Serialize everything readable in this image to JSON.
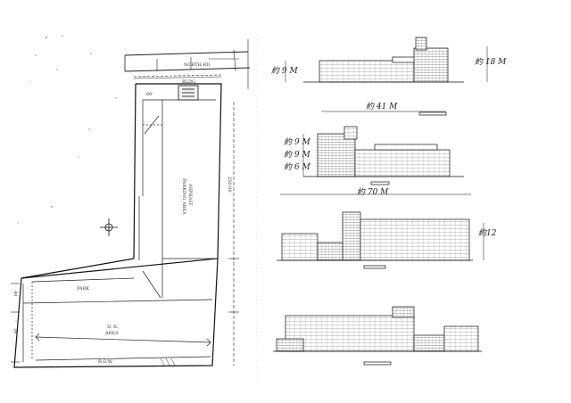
{
  "sheet": {
    "site_plan": {
      "label_north_strip": "NORTH RD",
      "label_main_lot": "PARKING AREA",
      "label_main_lot_sub": "ASPHALT",
      "label_lower_left": "PARK",
      "label_lower_mid": "D. R.",
      "label_lower_mid_sub": "AREA",
      "label_bottom_edge": "R.O.W.",
      "label_right_dim": "250.00",
      "label_left_dim_a": "40",
      "label_left_dim_b": "34",
      "label_angle_dim": "60'",
      "label_bldg": "BLDG"
    },
    "elevations": [
      {
        "height_left": "約 9 M",
        "height_right": "約 18 M",
        "width": "約 41 M"
      },
      {
        "height_left_1": "約 9 M",
        "height_left_2": "約 9 M",
        "height_left_3": "約 6 M",
        "width": "約 70 M"
      },
      {
        "height_right": "約12"
      },
      {}
    ]
  }
}
